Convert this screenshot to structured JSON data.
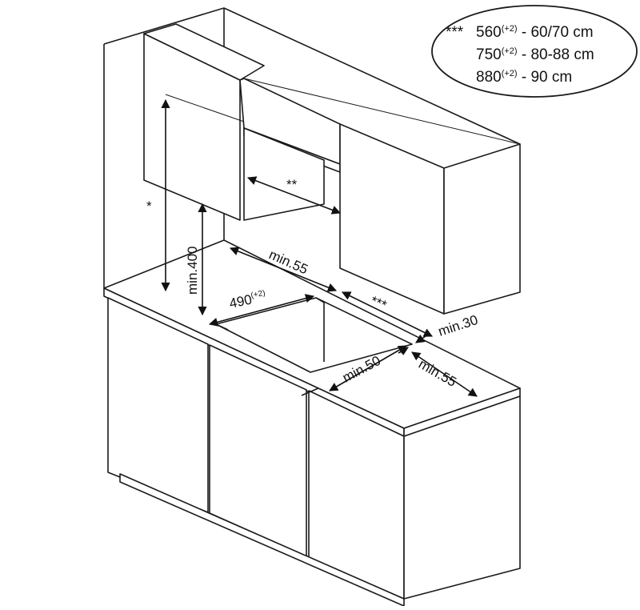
{
  "legend": {
    "marker": "***",
    "rows": [
      {
        "hob": "560",
        "tol": "(+2)",
        "range": " - 60/70 cm"
      },
      {
        "hob": "750",
        "tol": "(+2)",
        "range": " - 80-88 cm"
      },
      {
        "hob": "880",
        "tol": "(+2)",
        "range": " - 90 cm"
      }
    ]
  },
  "labels": {
    "height_marker": "*",
    "hood_gap_marker": "**",
    "min_400": "min.400",
    "min_55_back": "min.55",
    "cutout_width": "490",
    "cutout_width_tol": "(+2)",
    "side_clearance_marker": "***",
    "min_30": "min.30",
    "min_50": "min.50",
    "min_55_side": "min.55"
  },
  "colors": {
    "line": "#1a1a1a",
    "background": "#ffffff"
  }
}
